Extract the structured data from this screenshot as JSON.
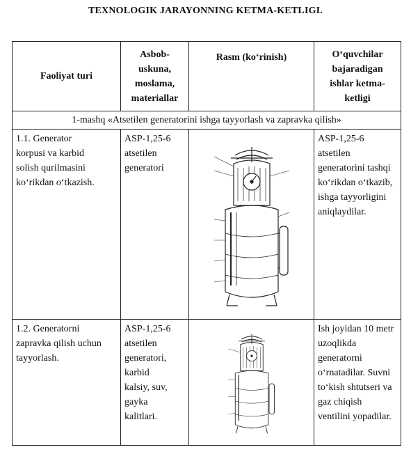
{
  "title": "TEXNOLOGIK JARAYONNING KETMA-KETLIGI.",
  "table": {
    "headers": [
      "Faoliyat turi",
      "Asbob-\nuskuna,\nmoslama,\nmateriallar",
      "Rasm (ko‘rinish)",
      "O‘quvchilar\nbajaradigan\nishlar ketma-\nketligi"
    ],
    "exercise_title": "1-mashq «Atsetilen generatorini ishga tayyorlash va zapravka qilish»",
    "rows": [
      {
        "activity": "1.1. Generator\nkorpusi va karbid\nsolish qurilmasini\nko‘rikdan o‘tkazish.",
        "equipment": "ASP-1,25-6\natsetilen\ngeneratori",
        "picture": "acetylene-generator-drawing",
        "steps": "ASP-1,25-6\natsetilen\ngeneratorini tashqi\nko‘rikdan o‘tkazib,\nishga tayyorligini\naniqlaydilar."
      },
      {
        "activity": "1.2. Generatorni\nzapravka qilish uchun\ntayyorlash.",
        "equipment": "ASP-1,25-6\natsetilen\ngeneratori,\nkarbid\nkalsiy, suv,\ngayka\nkalitlari.",
        "picture": "acetylene-generator-drawing-small",
        "steps": "Ish joyidan 10 metr\nuzoqlikda\ngeneratorni\no‘rnatadilar. Suvni\nto‘kish shtutseri va\ngaz chiqish\nventilini yopadilar."
      }
    ]
  }
}
